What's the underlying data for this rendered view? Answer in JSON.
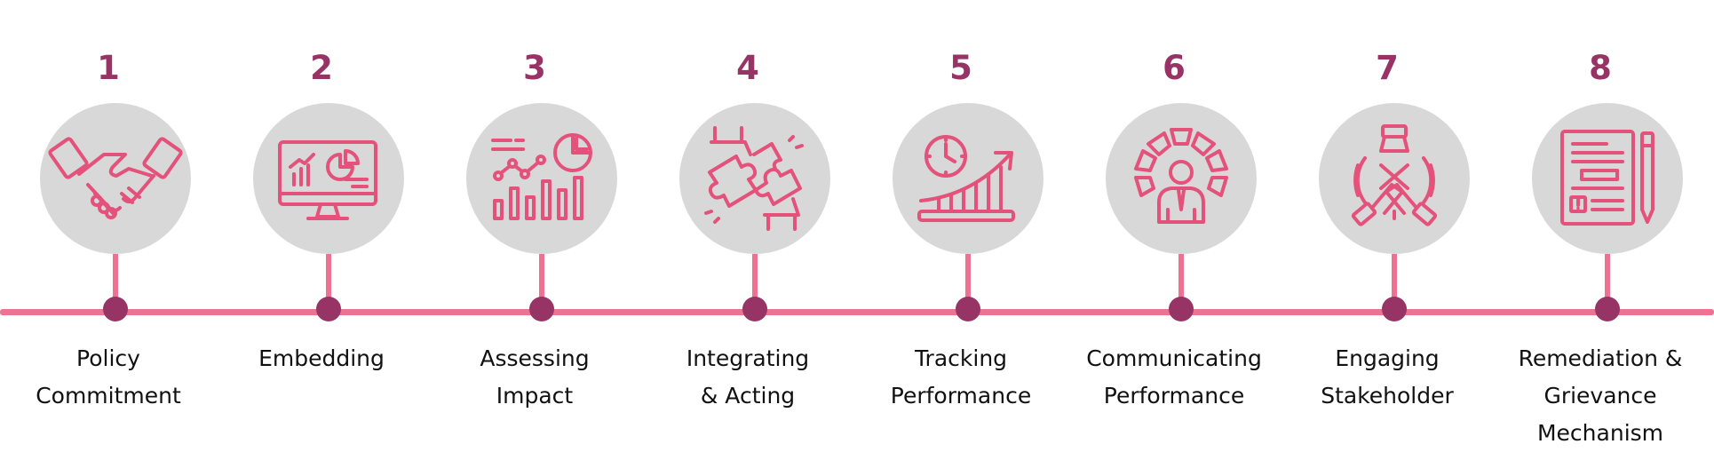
{
  "steps": [
    {
      "number": "1",
      "label_lines": [
        "Policy",
        "Commitment"
      ],
      "icon": "handshake-icon"
    },
    {
      "number": "2",
      "label_lines": [
        "Embedding",
        ""
      ],
      "icon": "dashboard-monitor-icon"
    },
    {
      "number": "3",
      "label_lines": [
        "Assessing",
        "Impact"
      ],
      "icon": "analytics-chart-icon"
    },
    {
      "number": "4",
      "label_lines": [
        "Integrating",
        "& Acting"
      ],
      "icon": "puzzle-hands-icon"
    },
    {
      "number": "5",
      "label_lines": [
        "Tracking",
        "Performance"
      ],
      "icon": "growth-clock-icon"
    },
    {
      "number": "6",
      "label_lines": [
        "Communicating",
        "Performance"
      ],
      "icon": "person-network-icon"
    },
    {
      "number": "7",
      "label_lines": [
        "Engaging",
        "Stakeholder"
      ],
      "icon": "stacked-hands-icon"
    },
    {
      "number": "8",
      "label_lines": [
        "Remediation &",
        "Grievance",
        "Mechanism"
      ],
      "icon": "document-pencil-icon"
    }
  ],
  "colors": {
    "number": "#973465",
    "line": "#ee7393",
    "dot": "#973465",
    "circle": "#d9d8d9",
    "icon": "#e4517a",
    "text": "#111111"
  }
}
